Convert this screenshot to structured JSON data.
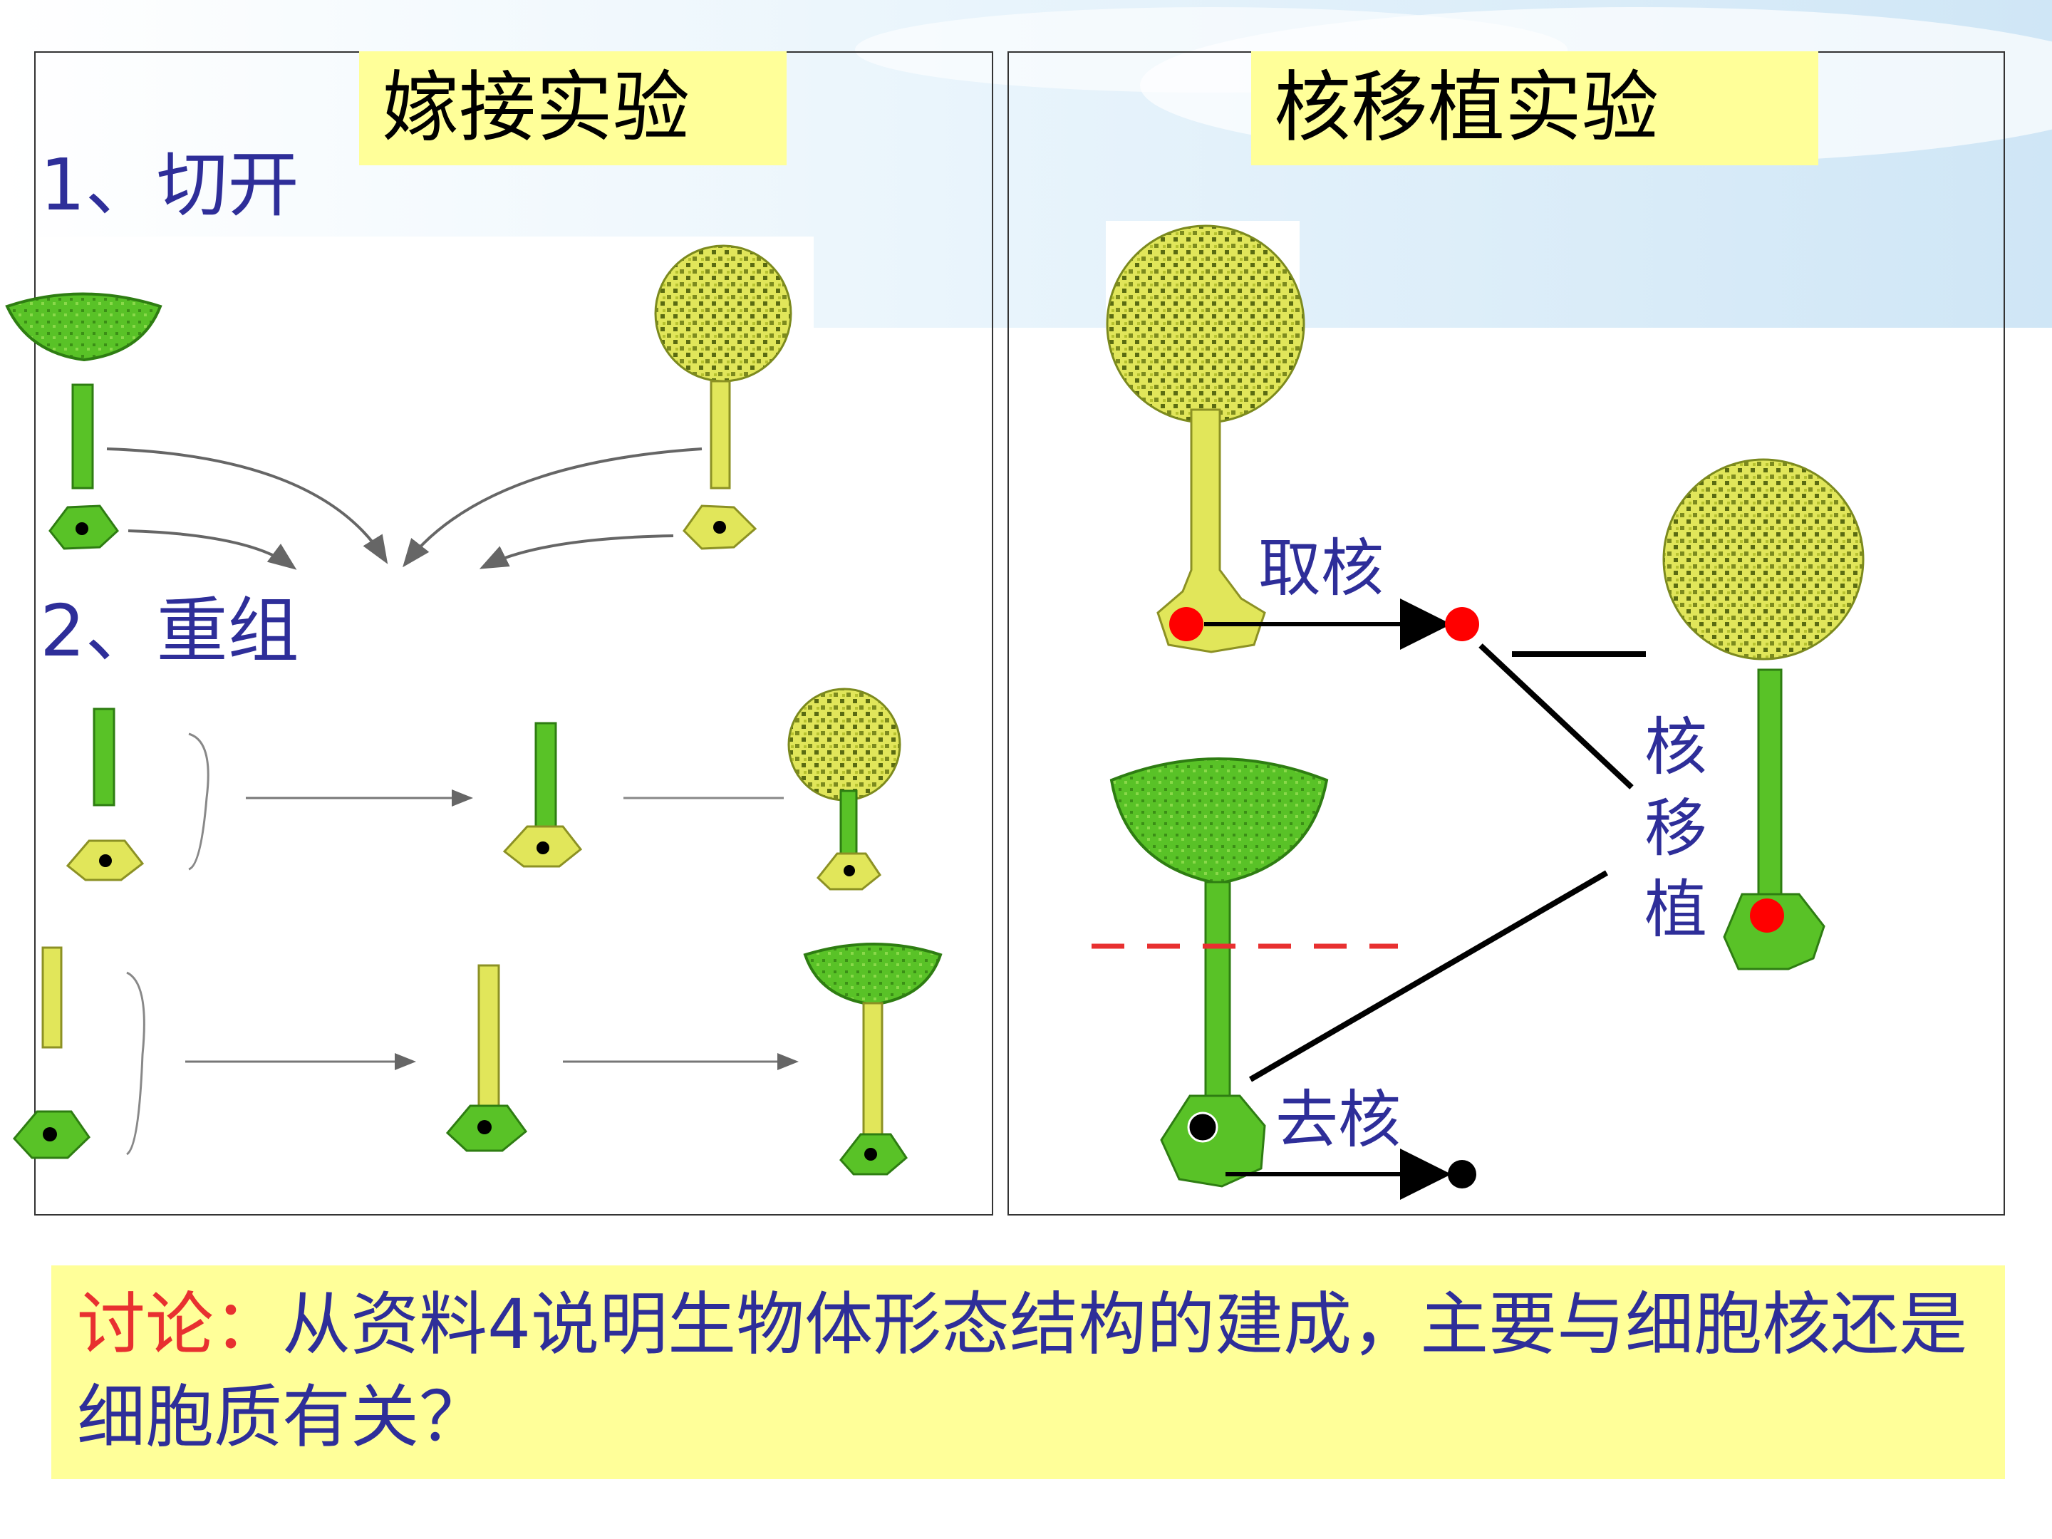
{
  "panels": {
    "left": {
      "title": "嫁接实验",
      "step1": "1、切开",
      "step2": "2、重组"
    },
    "right": {
      "title": "核移植实验",
      "take_nucleus": "取核",
      "remove_nucleus": "去核",
      "transplant_chars": [
        "核",
        "移",
        "植"
      ]
    }
  },
  "discussion": {
    "label": "讨论：",
    "text": "从资料4说明生物体形态结构的建成，主要与细胞核还是细胞质有关？"
  },
  "colors": {
    "title_bg": "#ffff99",
    "text_blue": "#2e2e99",
    "label_red": "#e83030",
    "cup_green": "#59c227",
    "umbrella_yellow": "#e1e65a",
    "nucleus_red": "#ff0000"
  }
}
